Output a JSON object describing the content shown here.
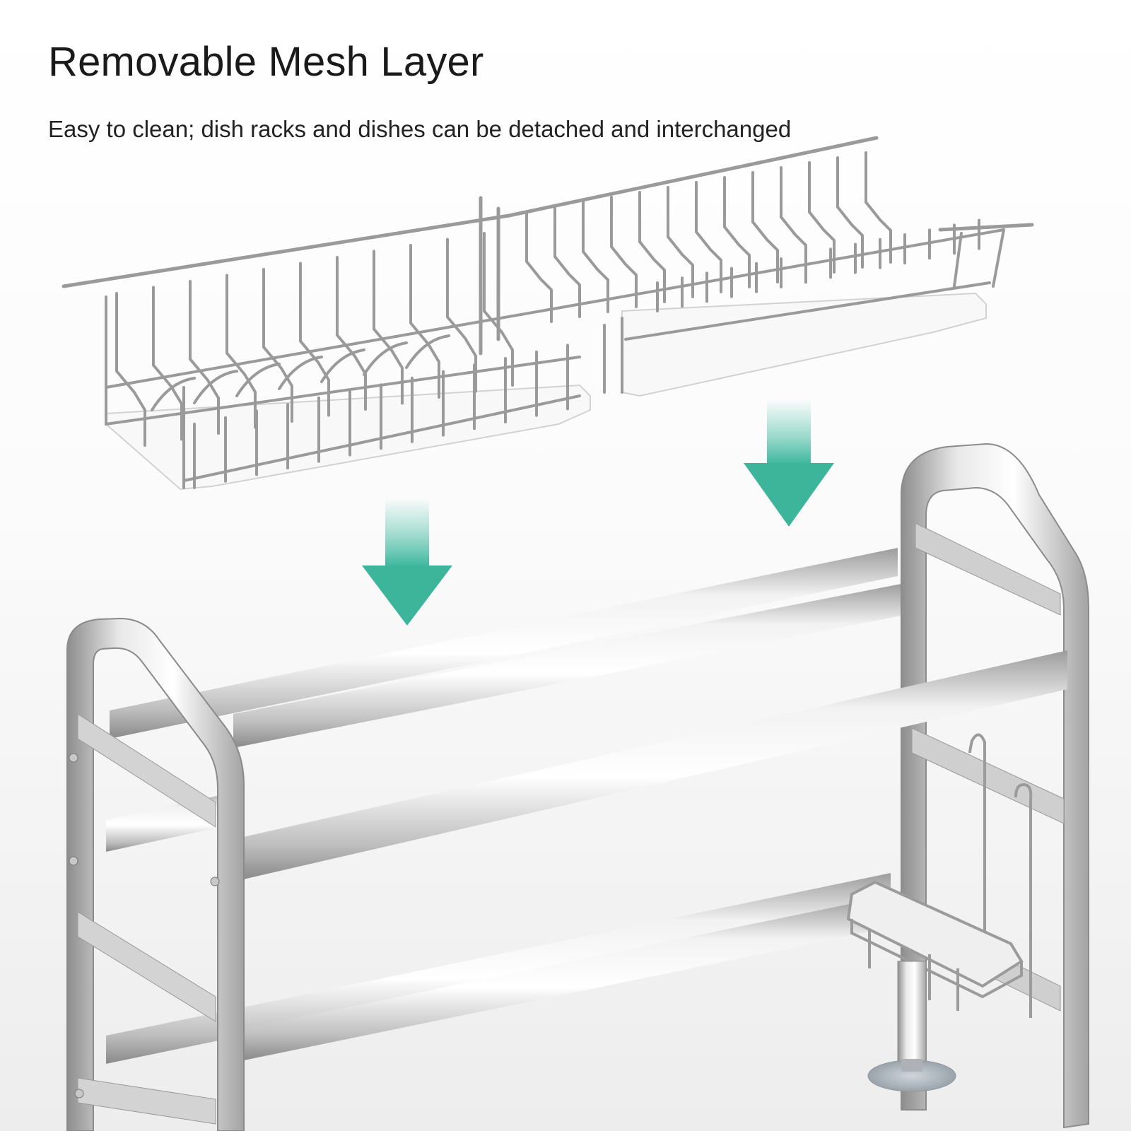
{
  "header": {
    "title": "Removable Mesh Layer",
    "subtitle": "Easy to clean; dish racks and dishes can be detached and interchanged"
  },
  "illustration": {
    "subject": "stainless steel dish rack",
    "parts": [
      "mesh-layer-basket",
      "drip-trays",
      "frame",
      "hanging-sponge-basket",
      "suction-cup-foot"
    ],
    "colors": {
      "steel_light": "#f4f4f4",
      "steel_mid": "#c9c9c9",
      "steel_dark": "#8f8f8f",
      "arrow": "#4fbfa8",
      "tray": "#f7f7f7"
    }
  }
}
